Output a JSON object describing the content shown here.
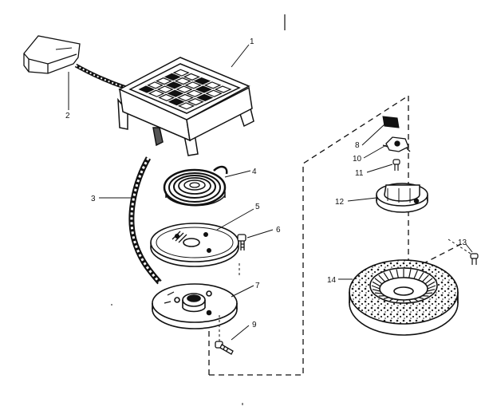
{
  "diagram": {
    "part_labels": [
      {
        "id": "p1",
        "text": "1"
      },
      {
        "id": "p2",
        "text": "2"
      },
      {
        "id": "p3",
        "text": "3"
      },
      {
        "id": "p4",
        "text": "4"
      },
      {
        "id": "p5",
        "text": "5"
      },
      {
        "id": "p6",
        "text": "6"
      },
      {
        "id": "p7",
        "text": "7"
      },
      {
        "id": "p8",
        "text": "8"
      },
      {
        "id": "p9",
        "text": "9"
      },
      {
        "id": "p10",
        "text": "10"
      },
      {
        "id": "p11",
        "text": "11"
      },
      {
        "id": "p12",
        "text": "12"
      },
      {
        "id": "p13",
        "text": "13"
      },
      {
        "id": "p14",
        "text": "14"
      }
    ]
  }
}
